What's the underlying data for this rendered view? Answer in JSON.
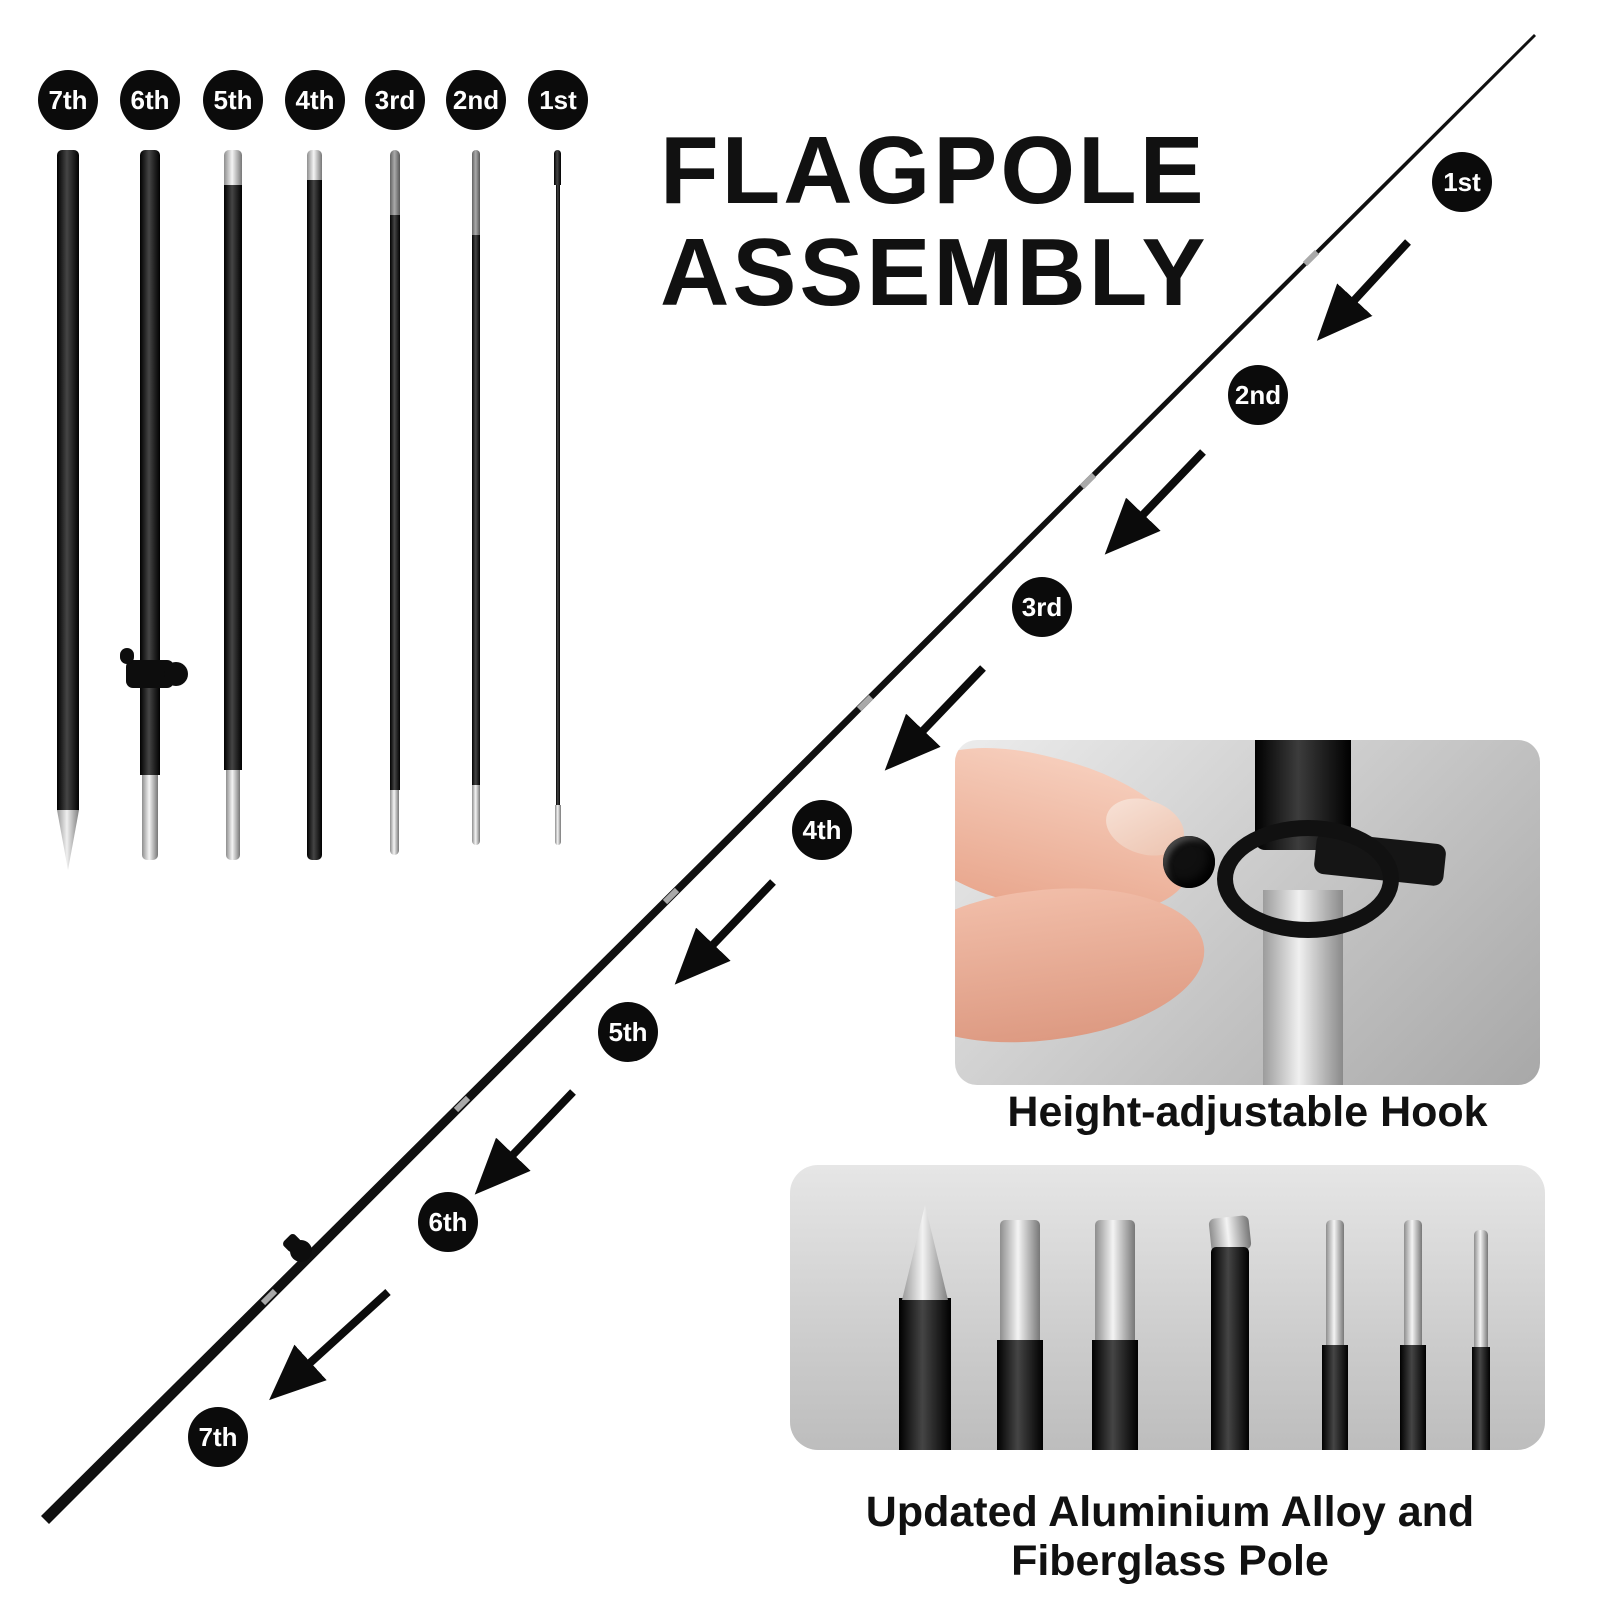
{
  "title": {
    "line1": "FLAGPOLE",
    "line2": "ASSEMBLY"
  },
  "parts_row": {
    "labels": [
      "7th",
      "6th",
      "5th",
      "4th",
      "3rd",
      "2nd",
      "1st"
    ]
  },
  "assembly_sequence": {
    "labels": [
      "1st",
      "2nd",
      "3rd",
      "4th",
      "5th",
      "6th",
      "7th"
    ]
  },
  "insets": {
    "hook_caption": "Height-adjustable Hook",
    "pole_caption": "Updated Aluminium Alloy and Fiberglass Pole"
  },
  "colors": {
    "badge": "#0b0b0b",
    "pole_black": "#111111",
    "metal": "#c8c8c8",
    "background": "#ffffff"
  }
}
